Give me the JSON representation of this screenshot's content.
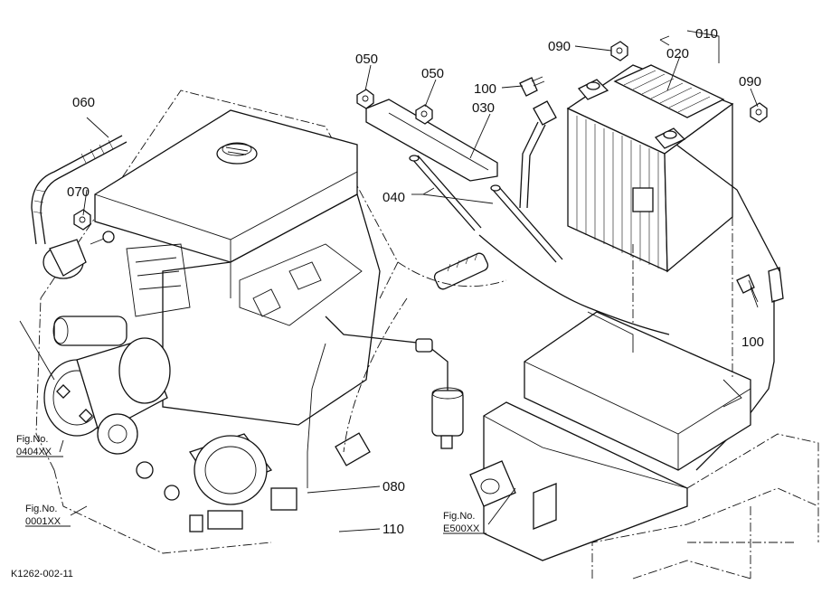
{
  "part_labels": {
    "p010": "010",
    "p020": "020",
    "p030": "030",
    "p040": "040",
    "p050a": "050",
    "p050b": "050",
    "p060": "060",
    "p070": "070",
    "p080": "080",
    "p090a": "090",
    "p090b": "090",
    "p100a": "100",
    "p100b": "100",
    "p110": "110"
  },
  "figure_refs": {
    "fig_0404": {
      "line1": "Fig.No.",
      "line2": "0404XX"
    },
    "fig_0001": {
      "line1": "Fig.No.",
      "line2": "0001XX"
    },
    "fig_e500": {
      "line1": "Fig.No.",
      "line2": "E500XX"
    }
  },
  "drawing_code": "K1262-002-11"
}
